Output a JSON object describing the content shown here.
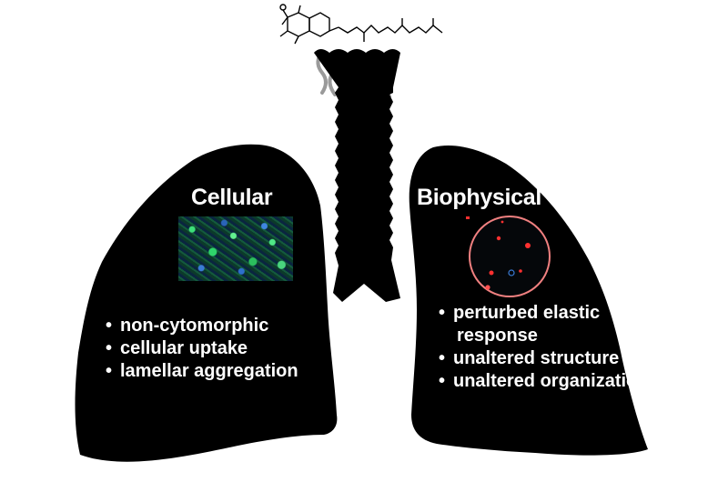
{
  "left_panel": {
    "heading": "Cellular",
    "bullets": [
      "non-cytomorphic",
      "cellular uptake",
      "lamellar aggregation"
    ]
  },
  "right_panel": {
    "heading": "Biophysical",
    "bullets": [
      {
        "line1": "perturbed elastic",
        "line2": "response"
      },
      {
        "line1": "unaltered structure"
      },
      {
        "line1": "unaltered organization"
      }
    ]
  },
  "colors": {
    "lung": "#000000",
    "text": "#ffffff",
    "smoke": "#9a9a9a",
    "fluorescence_green": "#3de07a",
    "nucleus_blue": "#3a7bd5",
    "ring_pink": "#f08080",
    "dot_red": "#ff3030"
  }
}
